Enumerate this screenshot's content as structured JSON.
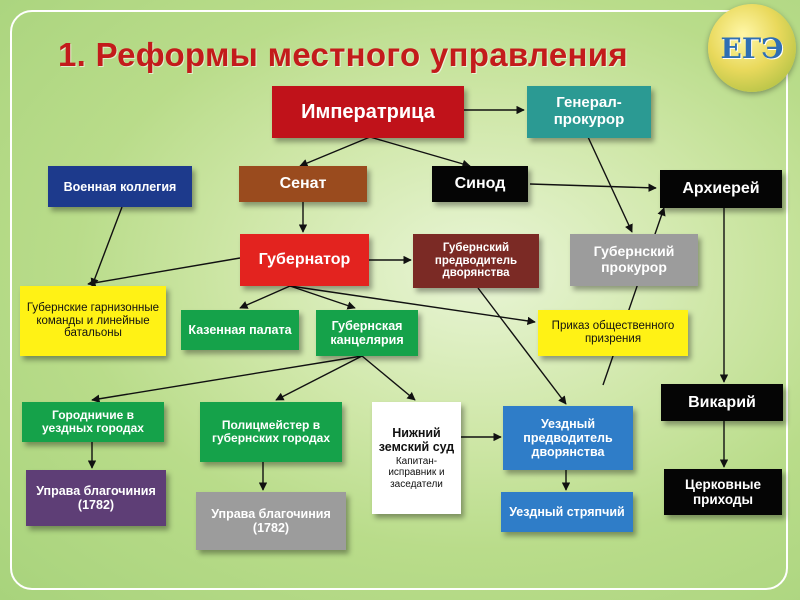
{
  "slide": {
    "title": "1. Реформы местного управления",
    "logo_text": "ЕГЭ"
  },
  "nodes": {
    "empress": "Императрица",
    "general_prosecutor": "Генерал-прокурор",
    "military_collegium": "Военная коллегия",
    "senate": "Сенат",
    "synod": "Синод",
    "archbishop": "Архиерей",
    "governor": "Губернатор",
    "gubernia_marshal": "Губернский предводитель дворянства",
    "gubernia_prosecutor": "Губернский прокурор",
    "garrison_teams": "Губернские гарнизонные команды и линейные батальоны",
    "treasury_chamber": "Казенная палата",
    "gubernia_chancellery": "Губернская канцелярия",
    "public_charity": "Приказ общественного призрения",
    "vicar": "Викарий",
    "town_governors": "Городничие в уездных городах",
    "police_masters": "Полицмейстер в губернских городах",
    "lower_zemsky_court": "Нижний земский суд",
    "lower_zemsky_court_sub": "Капитан-исправник и заседатели",
    "district_marshal": "Уездный предводитель дворянства",
    "church_parishes": "Церковные приходы",
    "deanery_board_1": "Управа благочиния",
    "deanery_board_1_year": "(1782)",
    "deanery_board_2": "Управа благочиния (1782)",
    "district_attorney": "Уездный стряпчий"
  }
}
